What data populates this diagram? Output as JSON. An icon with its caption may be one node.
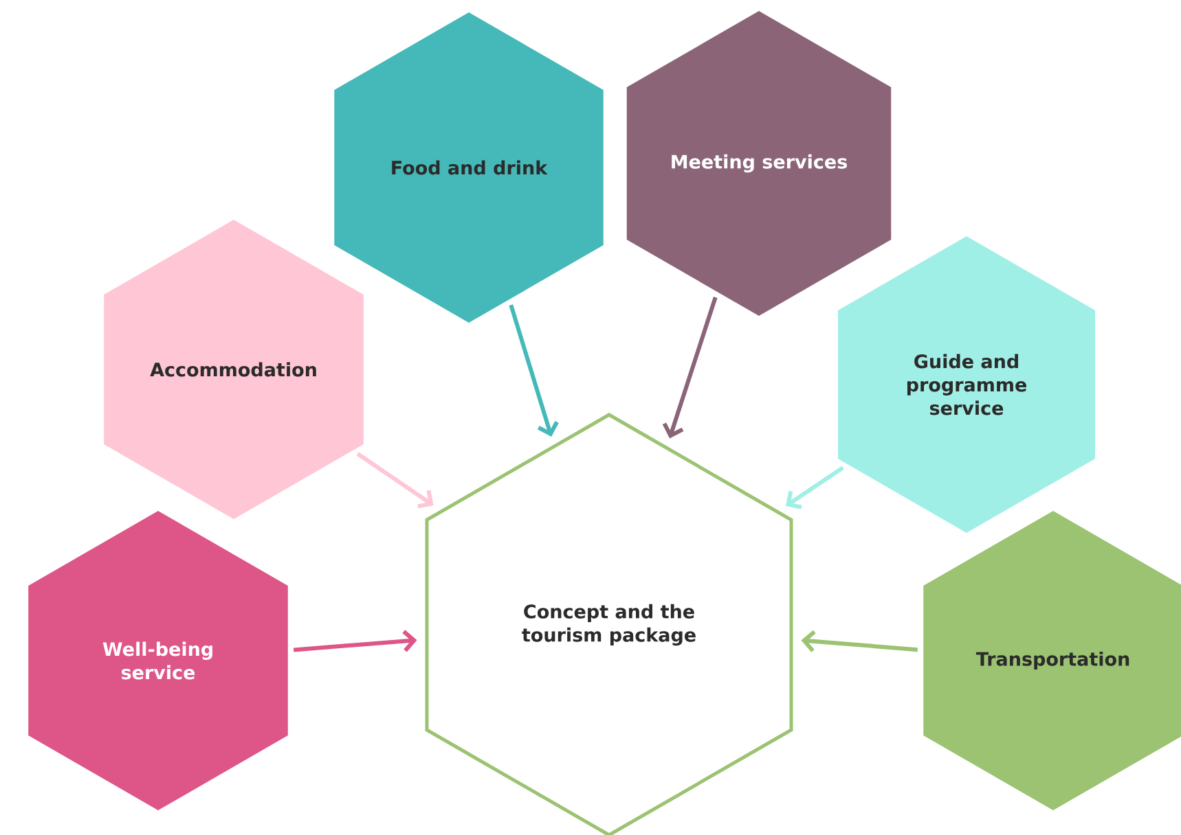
{
  "diagram": {
    "nodes": [
      {
        "text": [
          "Concept and the tourism package"
        ]
      },
      {
        "text": [
          "Food and drink"
        ]
      },
      {
        "text": [
          "Meeting services"
        ]
      },
      {
        "text": [
          "Accommodation"
        ]
      },
      {
        "text": [
          "Guide and programme service"
        ]
      },
      {
        "text": [
          "Well-being service"
        ]
      },
      {
        "text": [
          "Transportation"
        ]
      }
    ],
    "edges": [
      {
        "from": 1,
        "to": 0,
        "arrow": "to",
        "color": "#45b9b9"
      },
      {
        "from": 2,
        "to": 0,
        "arrow": "to",
        "color": "#8b6477"
      },
      {
        "from": 3,
        "to": 0,
        "arrow": "to",
        "color": "#ffc6d5"
      },
      {
        "from": 4,
        "to": 0,
        "arrow": "to",
        "color": "#a0efe6"
      },
      {
        "from": 5,
        "to": 0,
        "arrow": "to",
        "color": "#de5587"
      },
      {
        "from": 6,
        "to": 0,
        "arrow": "to",
        "color": "#9bc372"
      }
    ]
  }
}
